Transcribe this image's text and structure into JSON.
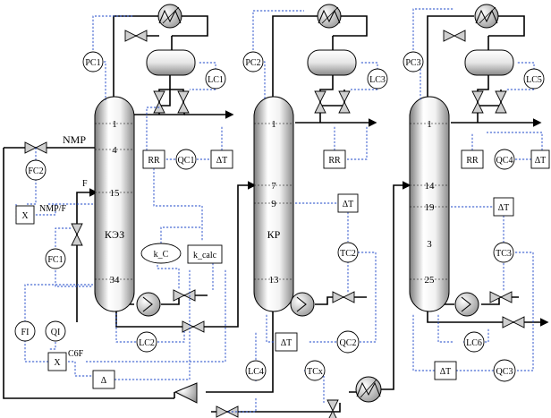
{
  "streams": {
    "nmp": "NMP",
    "feed": "F",
    "ratio": "NMP/F",
    "c6f": "C6F"
  },
  "columns": [
    {
      "name": "КЭЗ",
      "trays": [
        "1",
        "4",
        "15",
        "34"
      ]
    },
    {
      "name": "КР",
      "trays": [
        "1",
        "7",
        "9",
        "13"
      ]
    },
    {
      "name": "",
      "trays": [
        "1",
        "14",
        "19",
        "3",
        "25"
      ]
    }
  ],
  "controllers": {
    "pc1": "PC1",
    "pc2": "PC2",
    "pc3": "PC3",
    "lc1": "LC1",
    "lc3": "LC3",
    "lc5": "LC5",
    "lc2": "LC2",
    "lc4": "LC4",
    "lc6": "LC6",
    "fc1": "FC1",
    "fc2": "FC2",
    "fi": "FI",
    "qi": "QI",
    "qc1": "QC1",
    "qc2": "QC2",
    "qc3": "QC3",
    "qc4": "QC4",
    "tc2": "TC2",
    "tc3": "TC3",
    "tcx": "TCx",
    "kc": "k_C",
    "kcalc": "k_calc"
  },
  "blocks": {
    "rr1": "RR",
    "rr2": "RR",
    "rr3": "RR",
    "dt1": "ΔT",
    "dt2": "ΔT",
    "dt3": "ΔT",
    "dt4": "ΔT",
    "dt5": "ΔT",
    "dt6": "ΔT",
    "x1": "X",
    "x2": "X",
    "delta": "Δ"
  },
  "colors": {
    "process_line": "#000000",
    "signal_line": "#1f49c9",
    "vessel_light": "#ffffff",
    "vessel_dark": "#8a8a8a"
  }
}
